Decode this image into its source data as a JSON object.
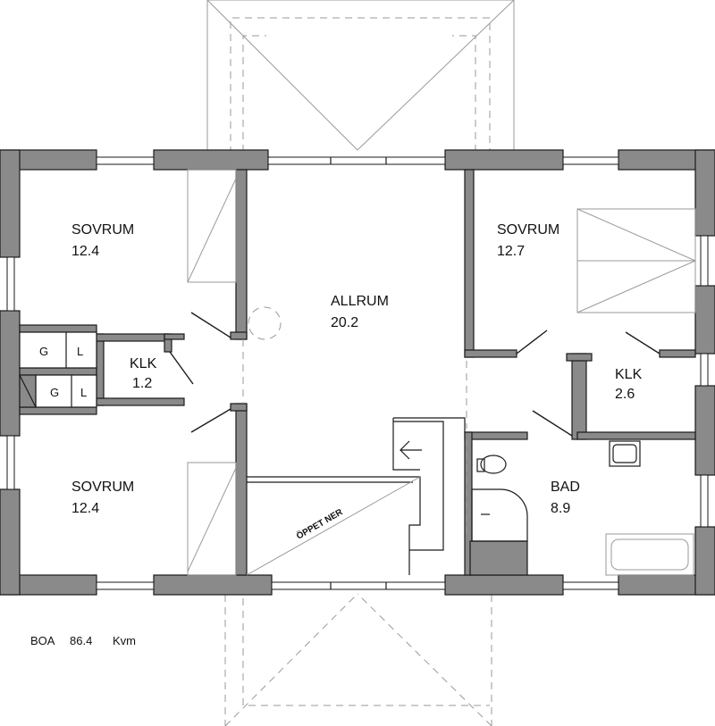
{
  "plan": {
    "rooms": {
      "sovrum_top_left": {
        "name": "SOVRUM",
        "area": "12.4"
      },
      "sovrum_bottom_left": {
        "name": "SOVRUM",
        "area": "12.4"
      },
      "klk_small": {
        "name": "KLK",
        "area": "1.2"
      },
      "allrum": {
        "name": "ALLRUM",
        "area": "20.2"
      },
      "sovrum_right": {
        "name": "SOVRUM",
        "area": "12.7"
      },
      "klk_right": {
        "name": "KLK",
        "area": "2.6"
      },
      "bad": {
        "name": "BAD",
        "area": "8.9"
      }
    },
    "closets": {
      "g": "G",
      "l": "L"
    },
    "stair_label": "ÖPPET NER",
    "boa": {
      "label": "BOA",
      "value": "86.4",
      "unit": "Kvm"
    }
  },
  "colors": {
    "wall": "#8a8a8a",
    "line": "#1a1a1a",
    "roof_outline": "#9a9a9a"
  }
}
